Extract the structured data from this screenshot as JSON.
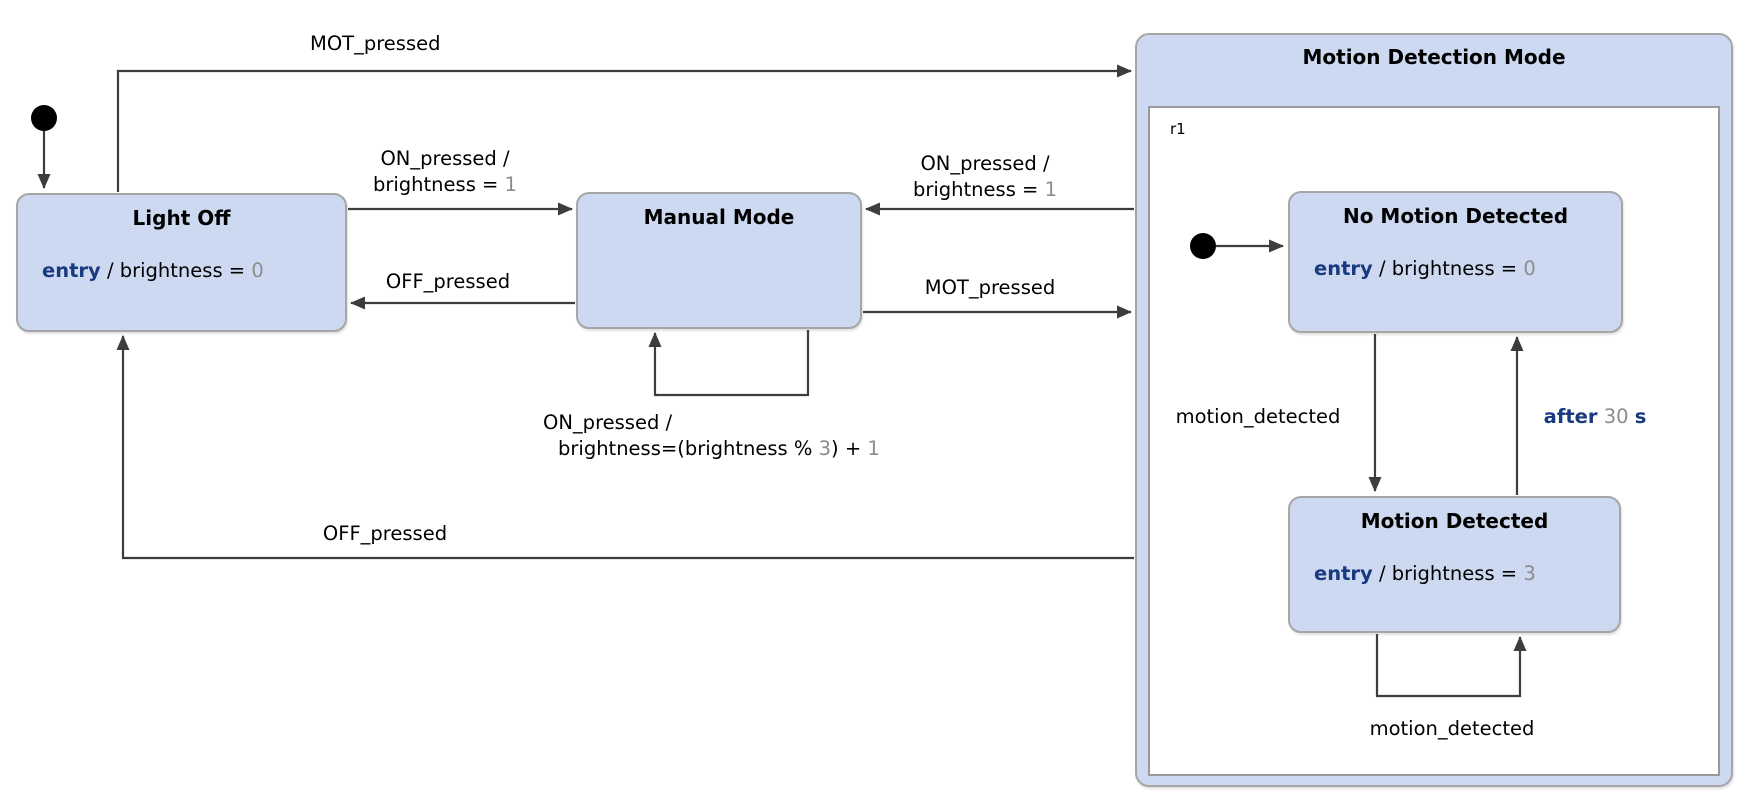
{
  "colors": {
    "state_fill": "#ccd9f1",
    "state_border": "#a6a6a6",
    "region_fill": "#ffffff",
    "region_border": "#9a9a9a",
    "keyword_text": "#1a3a80",
    "muted_number": "#8c8c8c",
    "arrow": "#3d3d3d",
    "title_text": "#000000",
    "background": "#ffffff"
  },
  "states": {
    "light_off": {
      "title": "Light Off",
      "entry": {
        "keyword": "entry",
        "text": " / brightness = ",
        "value": "0"
      }
    },
    "manual_mode": {
      "title": "Manual Mode"
    },
    "motion_detection_mode": {
      "title": "Motion Detection Mode",
      "region_label": "r1"
    },
    "no_motion_detected": {
      "title": "No Motion Detected",
      "entry": {
        "keyword": "entry",
        "text": " / brightness = ",
        "value": "0"
      }
    },
    "motion_detected": {
      "title": "Motion Detected",
      "entry": {
        "keyword": "entry",
        "text": " / brightness = ",
        "value": "3"
      }
    }
  },
  "transitions": {
    "mot_pressed_top": {
      "label": "MOT_pressed"
    },
    "on_pressed_lightoff_to_manual": {
      "line1": "ON_pressed /",
      "line2_text": "brightness = ",
      "line2_value": "1"
    },
    "off_pressed_manual_to_lightoff": {
      "label": "OFF_pressed"
    },
    "on_pressed_manual_self": {
      "line1": "ON_pressed /",
      "line2_a": "brightness=(brightness % ",
      "line2_b": "3",
      "line2_c": ") + ",
      "line2_d": "1"
    },
    "on_pressed_motion_to_manual": {
      "line1": "ON_pressed /",
      "line2_text": "brightness = ",
      "line2_value": "1"
    },
    "mot_pressed_manual_to_motion": {
      "label": "MOT_pressed"
    },
    "off_pressed_motion_to_lightoff": {
      "label": "OFF_pressed"
    },
    "motion_detected_down": {
      "label": "motion_detected"
    },
    "after_30s": {
      "keyword": "after",
      "value": " 30 ",
      "unit": "s"
    },
    "motion_detected_self": {
      "label": "motion_detected"
    }
  }
}
